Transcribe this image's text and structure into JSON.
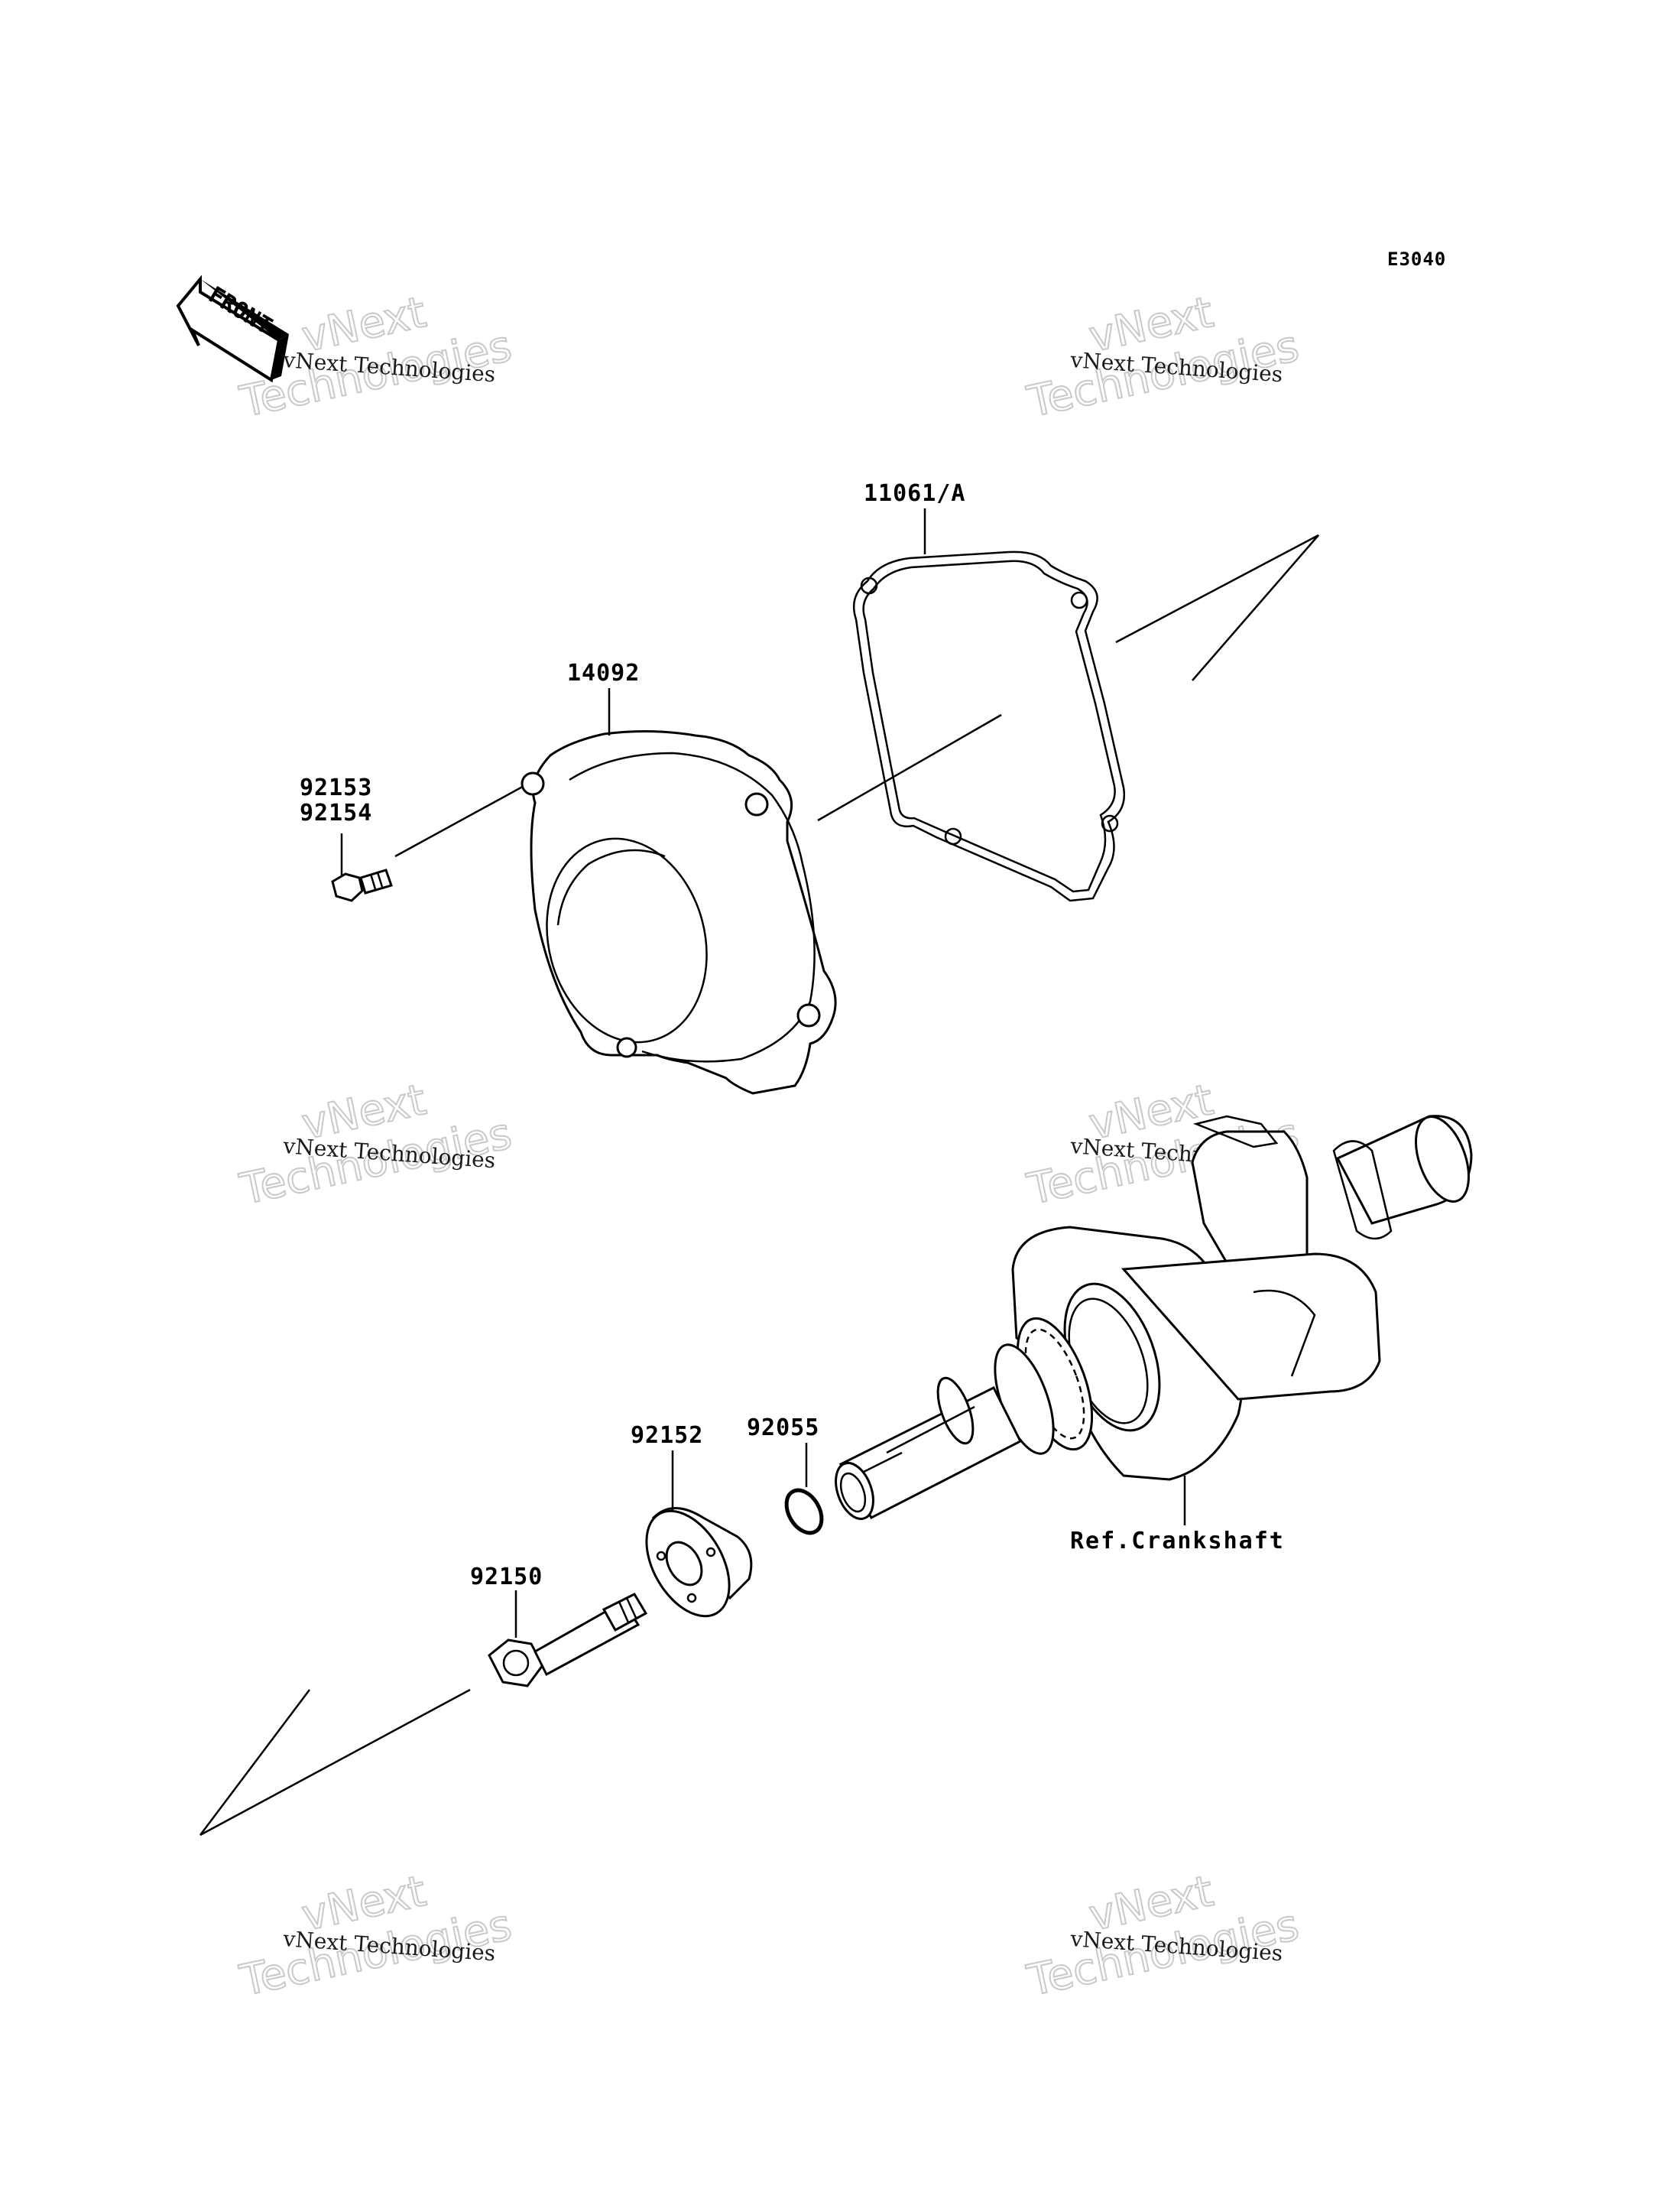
{
  "diagram_code": "E3040",
  "front_label": "FRONT",
  "watermark": {
    "small": "vNext Technologies",
    "big_line1": "vNext",
    "big_line2": "Technologies"
  },
  "callouts": {
    "gasket": "11061/A",
    "cover": "14092",
    "bolt_a": "92153",
    "bolt_b": "92154",
    "washer": "92152",
    "oring": "92055",
    "crank_bolt": "92150",
    "crankshaft_ref": "Ref.Crankshaft"
  }
}
